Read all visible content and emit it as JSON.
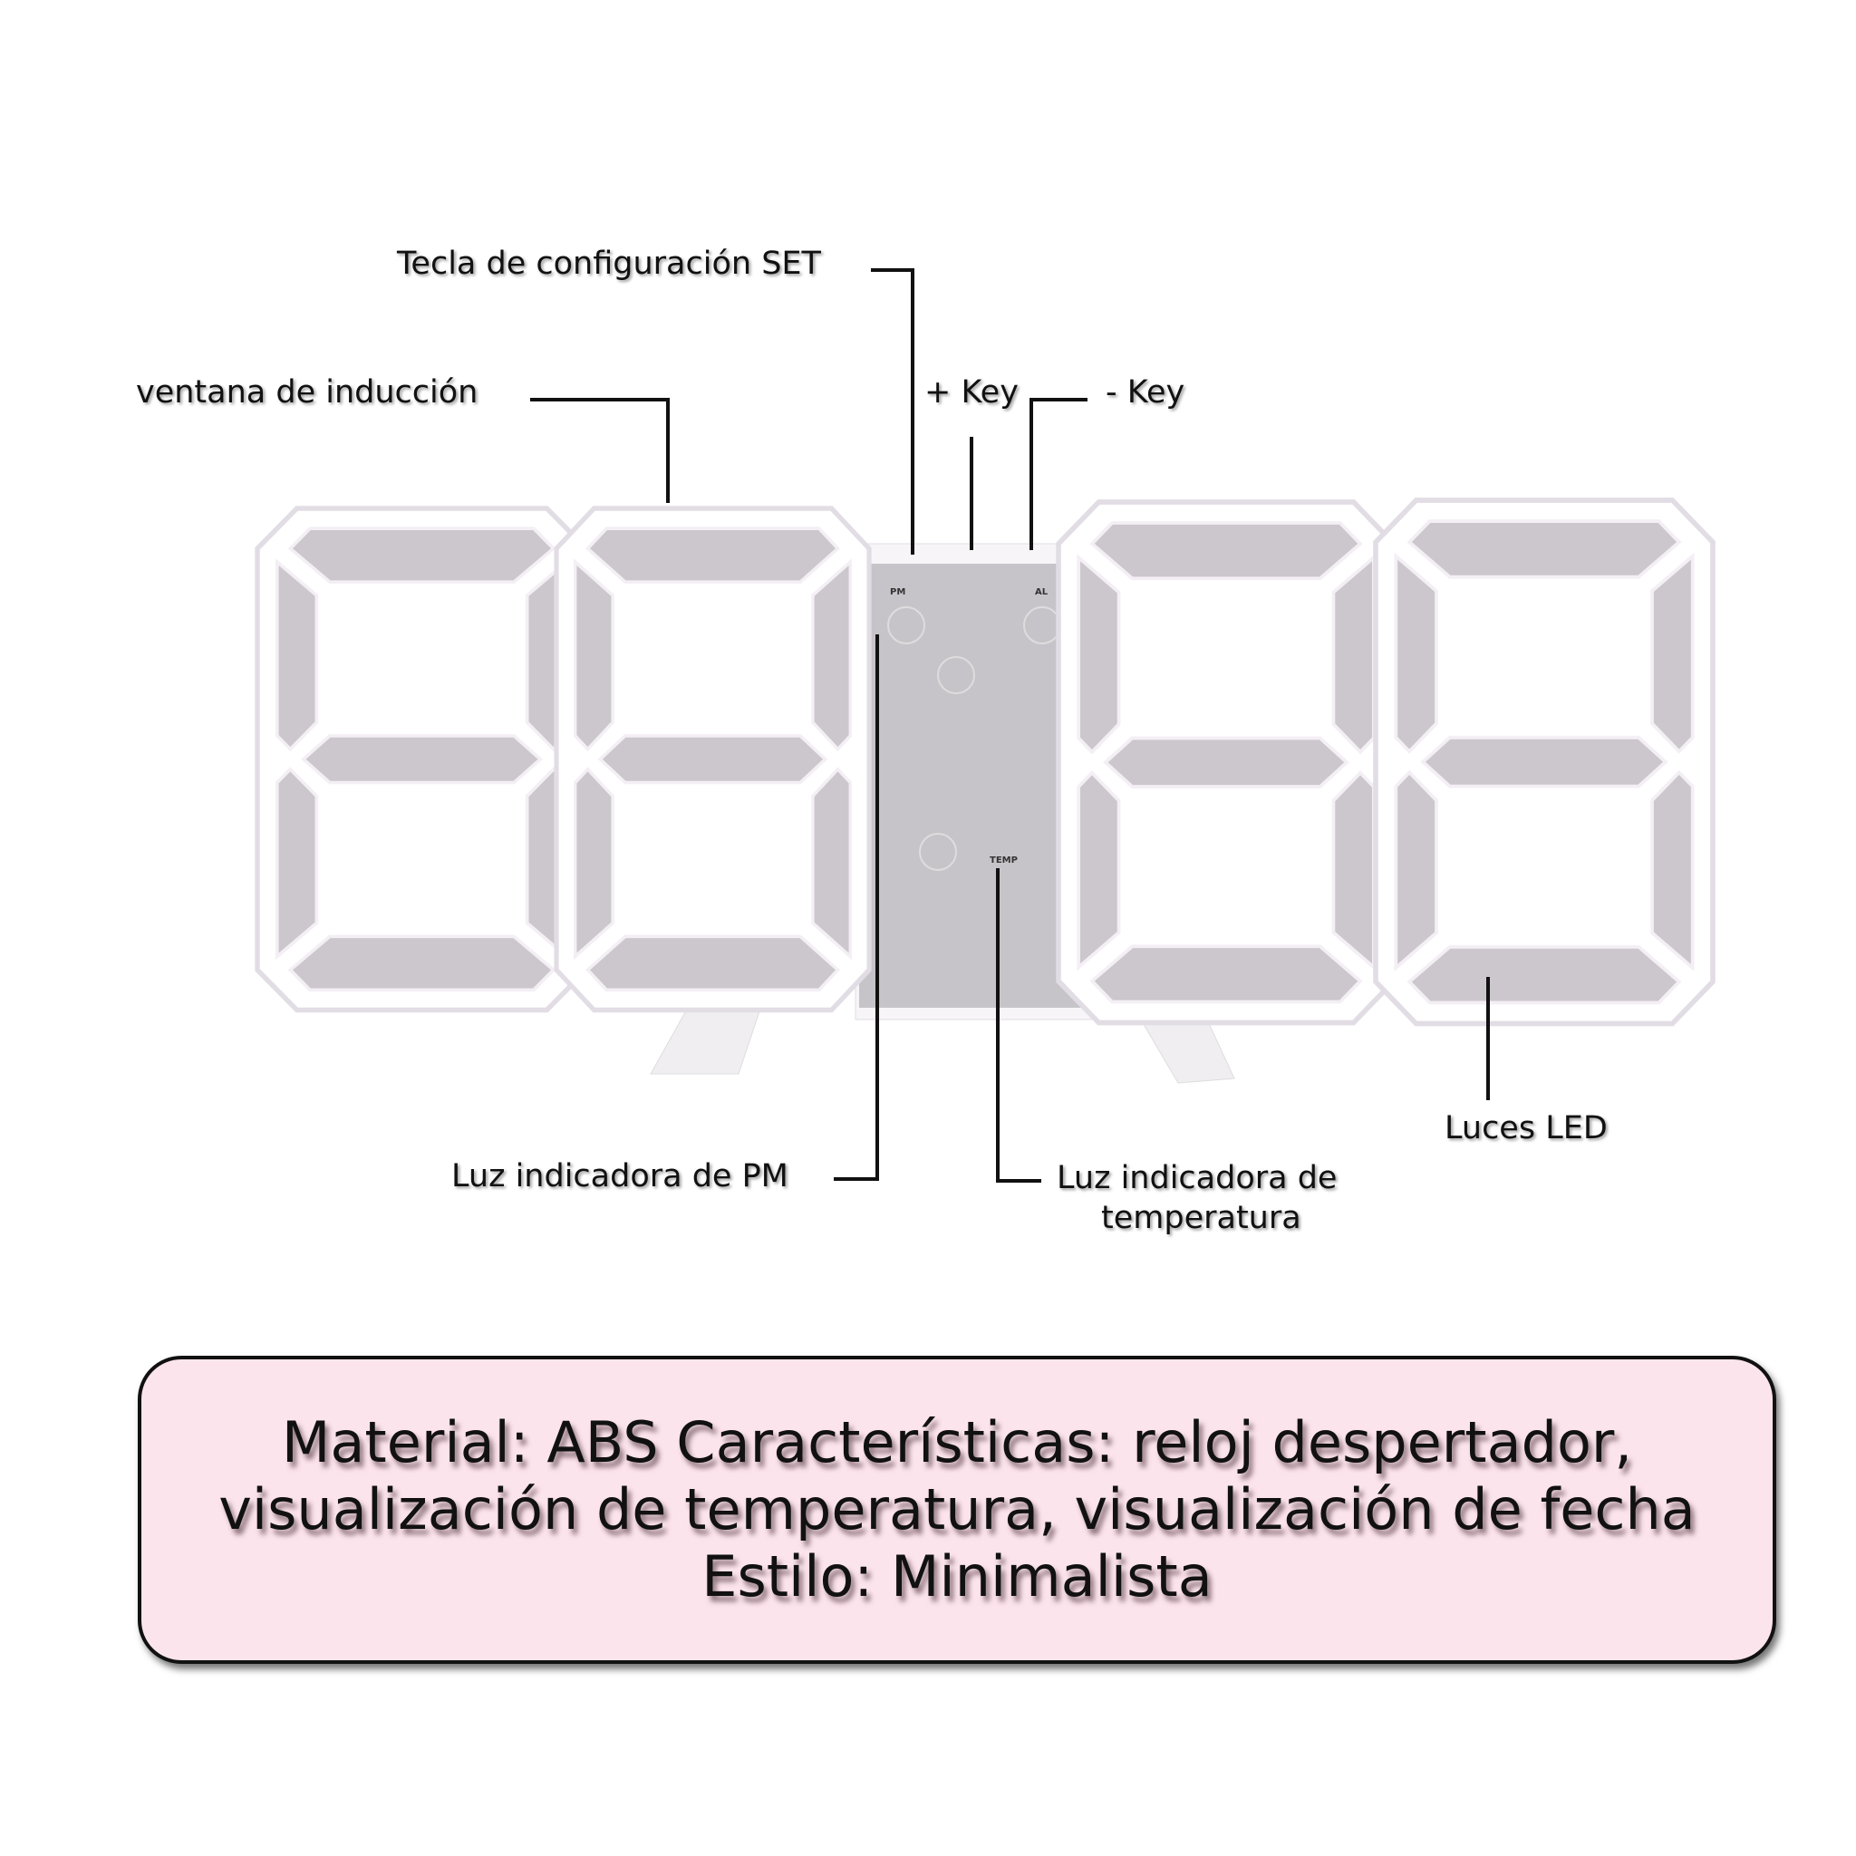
{
  "callouts": {
    "set_key": "Tecla de configuración SET",
    "induction_window": "ventana de inducción",
    "plus_key": "+ Key",
    "minus_key": "- Key",
    "pm_light": "Luz indicadora de PM",
    "temp_light_line1": "Luz indicadora de",
    "temp_light_line2": "temperatura",
    "led_lights": "Luces LED"
  },
  "device_markings": {
    "pm": "PM",
    "al": "AL",
    "temp": "TEMP"
  },
  "info": {
    "line1": "Material: ABS Características: reloj despertador,",
    "line2": "visualización de temperatura, visualización de fecha",
    "line3": "Estilo: Minimalista"
  },
  "colors": {
    "box_bg": "#fce4ec",
    "segment": "#cbc7cc",
    "frame": "#ffffff"
  }
}
